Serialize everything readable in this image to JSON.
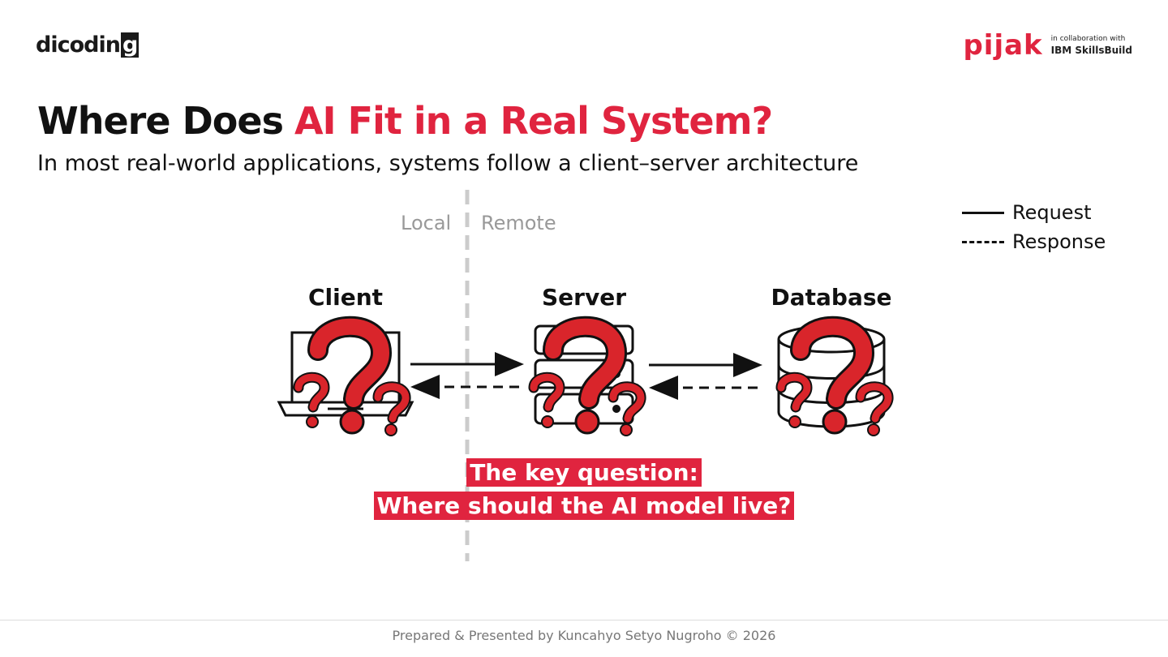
{
  "header": {
    "left_logo": "dicodin",
    "left_logo_box": "g",
    "right_logo": "pijak",
    "collab_line1": "in collaboration with",
    "collab_line2": "IBM SkillsBuild"
  },
  "title": {
    "main": "Where Does",
    "accent": "AI Fit in a Real System?",
    "subtitle": "In most real-world applications, systems follow a client–server architecture"
  },
  "legend": {
    "request": "Request",
    "response": "Response"
  },
  "zones": {
    "local": "Local",
    "remote": "Remote"
  },
  "nodes": {
    "client": "Client",
    "server": "Server",
    "database": "Database"
  },
  "highlight": {
    "line1": "The key question:",
    "line2": "Where should the AI model live?"
  },
  "footer": "Prepared & Presented by Kuncahyo Setyo Nugroho © 2026",
  "colors": {
    "accent": "#e0243f",
    "divider": "#cccccc",
    "muted": "#999999"
  }
}
